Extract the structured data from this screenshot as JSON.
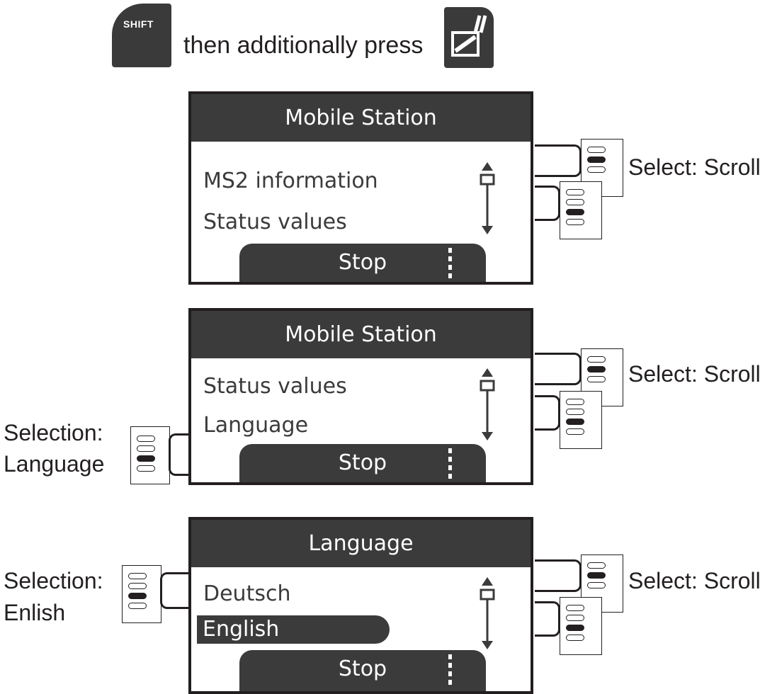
{
  "instruction": {
    "shift_key_label": "SHIFT",
    "text": "then additionally press",
    "key_icon": "wrench-track-icon"
  },
  "screens": [
    {
      "title": "Mobile Station",
      "items": [
        "MS2 information",
        "Status values"
      ],
      "button": "Stop",
      "right_label": "Select: Scroll"
    },
    {
      "title": "Mobile Station",
      "items": [
        "Status values",
        "Language"
      ],
      "button": "Stop",
      "right_label": "Select: Scroll",
      "left_label_line1": "Selection:",
      "left_label_line2": "Language"
    },
    {
      "title": "Language",
      "items": [
        "Deutsch",
        "English"
      ],
      "button": "Stop",
      "right_label": "Select: Scroll",
      "left_label_line1": "Selection:",
      "left_label_line2": "Enlish"
    }
  ]
}
